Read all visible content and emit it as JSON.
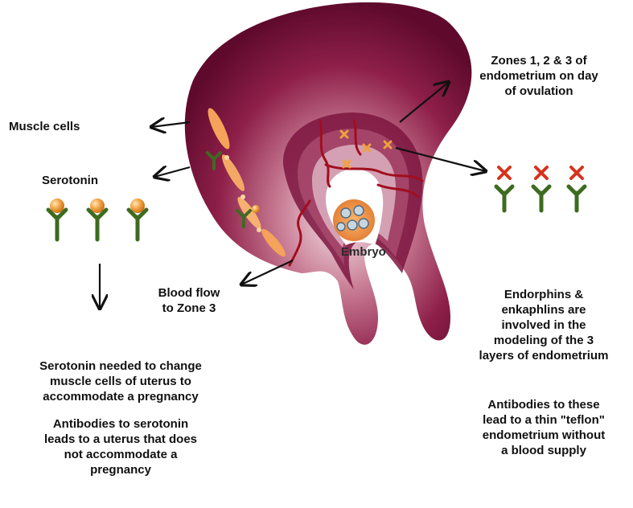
{
  "labels": {
    "muscle_cells": "Muscle cells",
    "serotonin": "Serotonin",
    "zones_line1": "Zones 1, 2 & 3 of",
    "zones_line2": "endometrium on day",
    "zones_line3": "of ovulation",
    "embryo": "Embryo",
    "blood_line1": "Blood flow",
    "blood_line2": "to Zone 3"
  },
  "left_notes": {
    "note1": [
      "Serotonin needed to change",
      "muscle cells of uterus to",
      "accommodate a pregnancy"
    ],
    "note2": [
      "Antibodies to serotonin",
      "leads to a uterus that does",
      "not accommodate a",
      "pregnancy"
    ]
  },
  "right_notes": {
    "note1": [
      "Endorphins &",
      "enkaphlins are",
      "involved in the",
      "modeling of the 3",
      "layers of endometrium"
    ],
    "note2": [
      "Antibodies to these",
      "lead to a thin \"teflon\"",
      "endometrium without",
      "a blood supply"
    ]
  },
  "colors": {
    "uterus_dark": "#6e0d33",
    "uterus_mid": "#a3385c",
    "uterus_light": "#f1dde4",
    "receptor_green": "#3d6b20",
    "serotonin_orange": "#f0a13a",
    "blocked_red": "#d6331d",
    "embryo_orange": "#f19a4d",
    "vessel_red": "#a10e1e"
  }
}
